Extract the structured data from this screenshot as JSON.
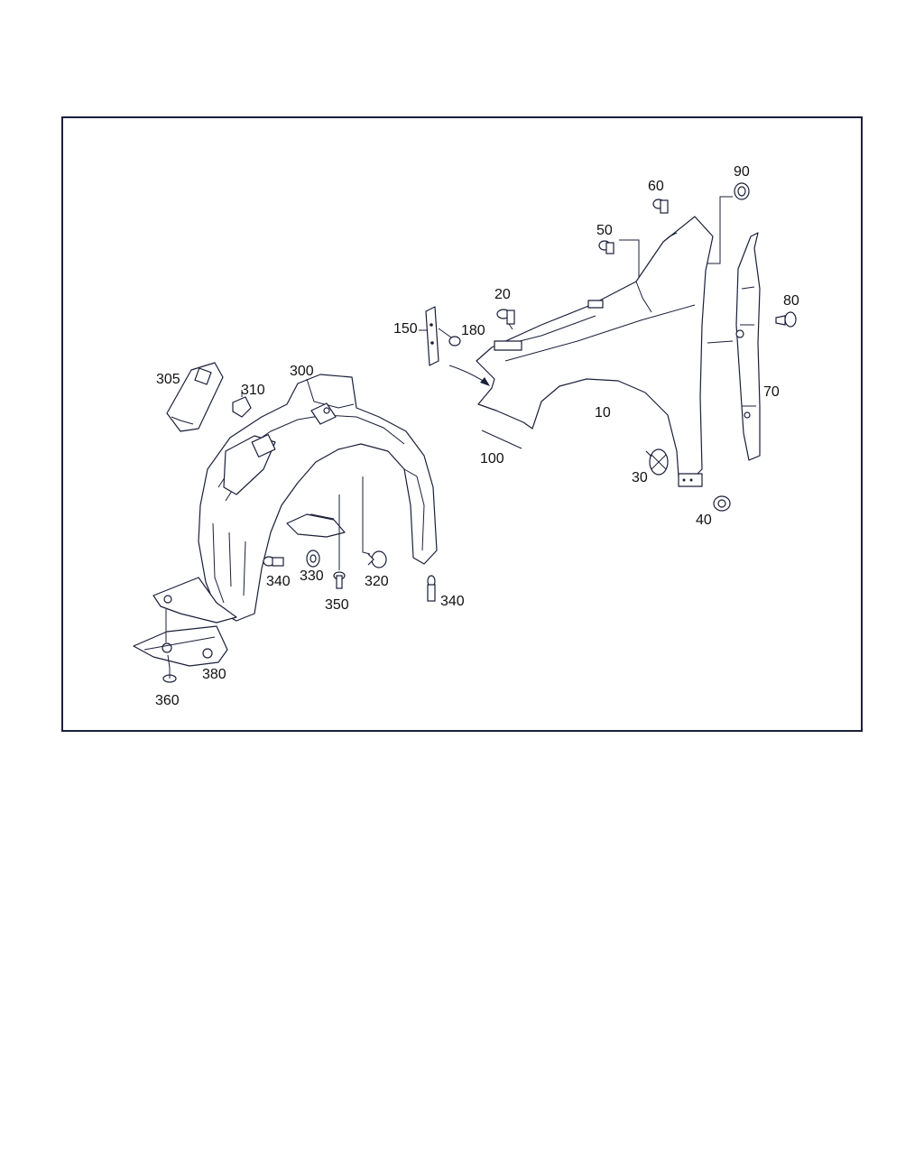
{
  "callouts": {
    "c10": "10",
    "c20": "20",
    "c30": "30",
    "c40": "40",
    "c50": "50",
    "c60": "60",
    "c70": "70",
    "c80": "80",
    "c90": "90",
    "c100": "100",
    "c150": "150",
    "c180": "180",
    "c300": "300",
    "c305": "305",
    "c310": "310",
    "c320": "320",
    "c330": "330",
    "c340a": "340",
    "c340b": "340",
    "c350": "350",
    "c360": "360",
    "c380": "380"
  }
}
